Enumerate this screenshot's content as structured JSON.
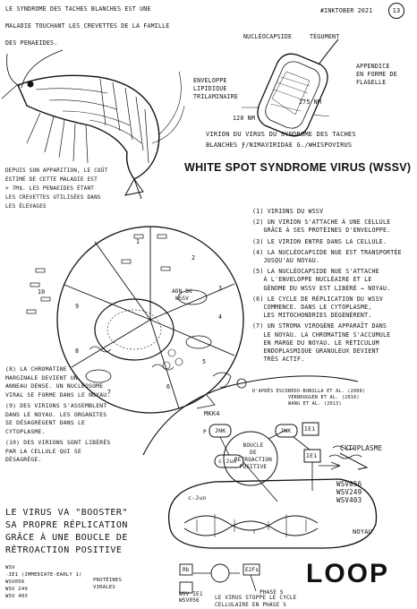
{
  "header": {
    "inktober": "#INKTOBER 2021",
    "page_number": "13",
    "intro": [
      "LE SYNDROME DES TACHES BLANCHES EST UNE",
      "MALADIE TOUCHANT LES CREVETTES DE LA FAMILLE",
      "DES PENAEIDES."
    ]
  },
  "virion_labels": {
    "nucleocapsid": "NUCLÉOCAPSIDE",
    "tegument": "TÉGUMENT",
    "appendix": [
      "APPENDICE",
      "EN FORME DE",
      "FLAGELLE"
    ],
    "envelope": [
      "ENVELOPPE",
      "LIPIDIQUE",
      "TRILAMINAIRE"
    ],
    "length": "275 NM",
    "width": "120 NM"
  },
  "taxonomy": [
    "VIRION DU VIRUS DU SYNDROME DES TACHES",
    "BLANCHES ƒ/NIMAVIRIDAE  g./WHISPOVIRUS"
  ],
  "title": "WHITE SPOT SYNDROME VIRUS (WSSV)",
  "cost_note": [
    "DEPUIS SON APPARITION, LE COÛT",
    "ESTIMÉ DE CETTE MALADIE EST",
    "> 7M$. LES PENAEIDES ÉTANT",
    "LES CREVETTES UTILISÉES DANS",
    "LES ÉLEVAGES"
  ],
  "cell_label": [
    "ADN DU",
    "WSSV"
  ],
  "sector_numbers": [
    "1",
    "2",
    "3",
    "4",
    "5",
    "6",
    "7",
    "8",
    "9",
    "10"
  ],
  "steps": [
    {
      "num": "1",
      "lines": [
        "VIRIONS DU WSSV"
      ]
    },
    {
      "num": "2",
      "lines": [
        "UN VIRION S'ATTACHE À UNE CELLULE",
        "GRÂCE À SES PROTÉINES D'ENVELOPPE."
      ]
    },
    {
      "num": "3",
      "lines": [
        "LE VIRION ENTRE DANS LA CELLULE."
      ]
    },
    {
      "num": "4",
      "lines": [
        "LA NUCLÉOCAPSIDE NUE EST TRANSPORTÉE",
        "JUSQU'AU NOYAU."
      ]
    },
    {
      "num": "5",
      "lines": [
        "LA NUCLÉOCAPSIDE NUE S'ATTACHE",
        "À L'ENVELOPPE NUCLÉAIRE ET LE",
        "GÉNOME DU WSSV EST LIBÉRÉ → NOYAU."
      ]
    },
    {
      "num": "6",
      "lines": [
        "LE CYCLE DE RÉPLICATION DU WSSV",
        "COMMENCE. DANS LE CYTOPLASME,",
        "LES MITOCHONDRIES DÉGÉNÈRENT."
      ]
    },
    {
      "num": "7",
      "lines": [
        "UN STROMA VIROGÈNE APPARAÎT DANS",
        "LE NOYAU. LA CHROMATINE S'ACCUMULE",
        "EN MARGE DU NOYAU. LE RÉTICULUM",
        "ENDOPLASMIQUE GRANULEUX DEVIENT",
        "TRÈS ACTIF."
      ]
    }
  ],
  "steps_left": [
    {
      "num": "8",
      "lines": [
        "LA CHROMATINE",
        "MARGINALE DEVIENT UN",
        "ANNEAU DENSE. UN NUCLÉOSOME",
        "VIRAL SE FORME DANS LE NOYAU."
      ]
    },
    {
      "num": "9",
      "lines": [
        "DES VIRIONS S'ASSEMBLENT",
        "DANS LE NOYAU. LES ORGANITES",
        "SE DÉSAGRÈGENT DANS LE",
        "CYTOPLASME."
      ]
    },
    {
      "num": "10",
      "lines": [
        "DES VIRIONS SONT LIBÉRÉS",
        "PAR LA CELLULE QUI SE",
        "DÉSAGRÈGE."
      ]
    }
  ],
  "references": [
    "D'APRÈS   ESCOBEDO-BONILLA et al. (2008)",
    "VERBRUGGEN et al. (2016)",
    "WANG et al. (2013)"
  ],
  "pathway": {
    "mkk4": "MKK4",
    "jnk1": "JNK",
    "jnk2": "JNK",
    "ie1_top": "IE1",
    "ie1_mid": "IE1",
    "cjun": "c-Jun",
    "cjun_dna": "c-Jun",
    "p": "P",
    "loop": [
      "BOUCLE",
      "DE",
      "RÉTROACTION",
      "POSITIVE"
    ],
    "cytoplasm": "CYTOPLASME",
    "wsv_genes": [
      "WSV056",
      "WSV249",
      "WSV403"
    ],
    "nucleus": "NOYAU",
    "rb": "Rb",
    "e2fs": "E2Fs",
    "wsv_bottom": [
      "WSV IE1",
      "WSV056"
    ],
    "phase_s": "PHASE S",
    "cycle_note": [
      "LE VIRUS STOPPE LE CYCLE",
      "CELLULAIRE EN PHASE S"
    ]
  },
  "booster": [
    "LE VIRUS VA \"BOOSTER\"",
    "SA PROPRE RÉPLICATION",
    "GRÂCE À UNE BOUCLE DE",
    "RÉTROACTION POSITIVE"
  ],
  "legend": {
    "lines": [
      "WSV",
      "-IE1 (IMMEDIATE-EARLY 1)",
      "WSV056",
      "WSV 249",
      "WSV 403"
    ],
    "proteins": [
      "PROTÉINES",
      "VIRALES"
    ]
  },
  "loop_word": "LOOP"
}
